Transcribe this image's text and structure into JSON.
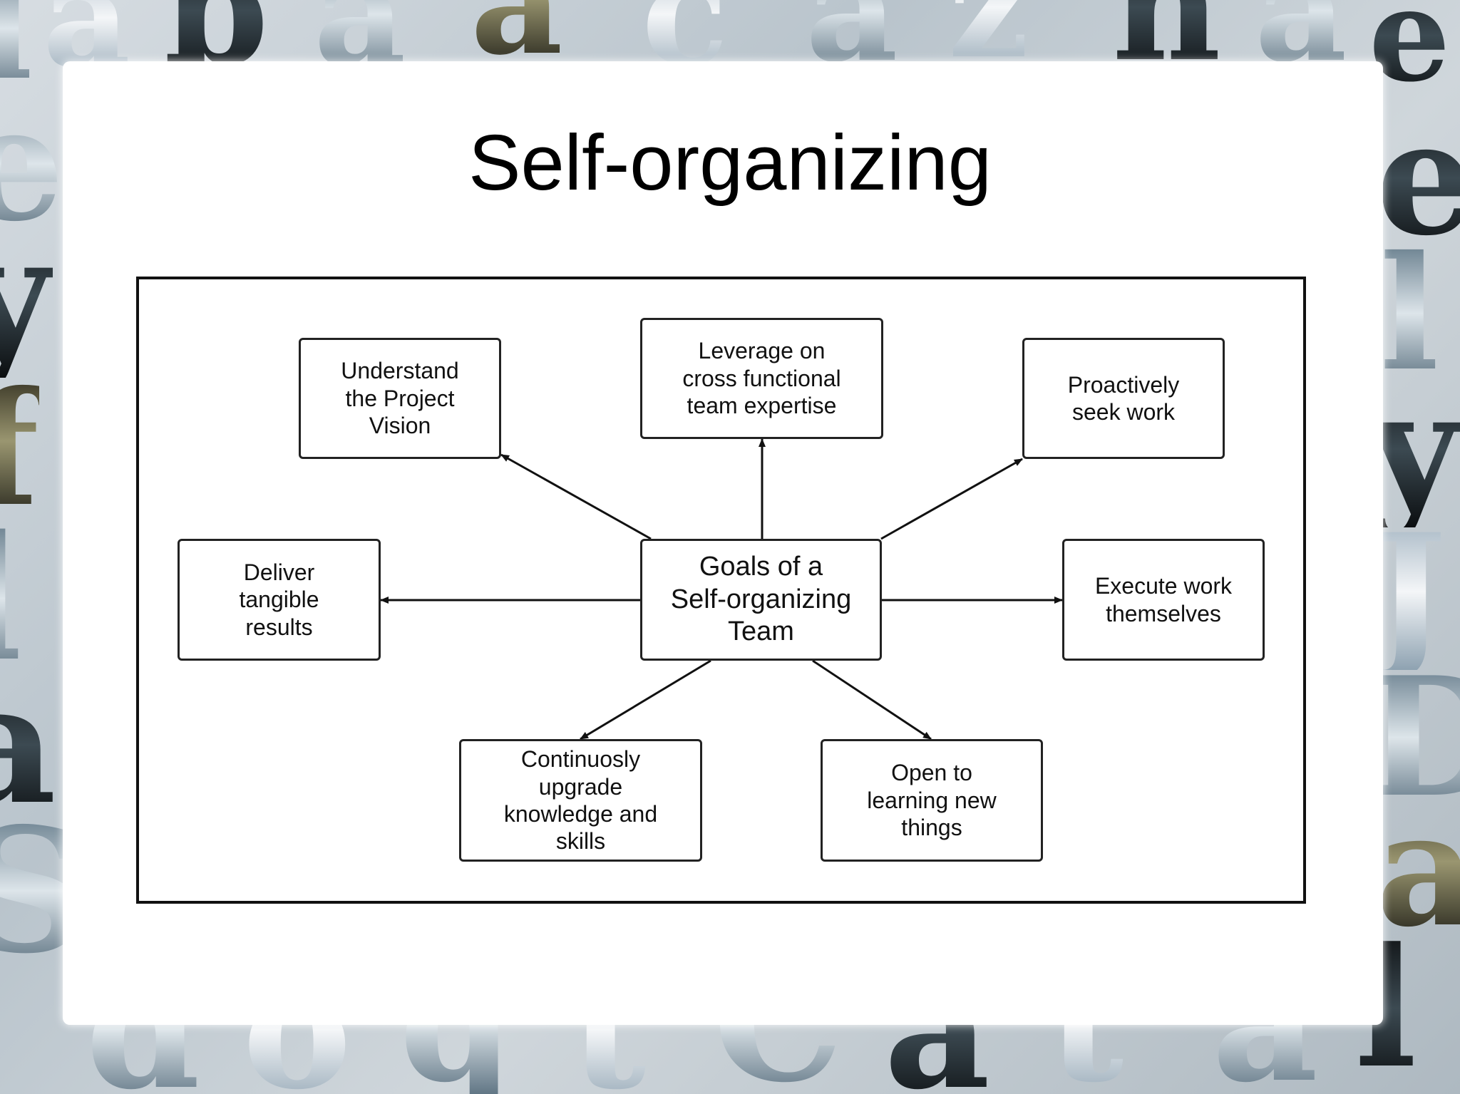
{
  "slide": {
    "title": "Self-organizing"
  },
  "diagram": {
    "center": "Goals of a\nSelf-organizing\nTeam",
    "nodes": {
      "vision": "Understand\nthe Project\nVision",
      "leverage": "Leverage on\ncross functional\nteam expertise",
      "proactive": "Proactively\nseek work",
      "deliver": "Deliver\ntangible\nresults",
      "execute": "Execute work\nthemselves",
      "upgrade": "Continuosly\nupgrade\nknowledge and\nskills",
      "learning": "Open to\nlearning new\nthings"
    }
  },
  "colors": {
    "line": "#111111",
    "node_border": "#222222"
  }
}
